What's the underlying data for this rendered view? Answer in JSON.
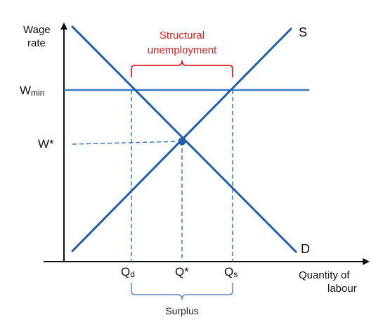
{
  "diagram": {
    "title": "",
    "y_axis_label_line1": "Wage",
    "y_axis_label_line2": "rate",
    "x_axis_label_line1": "Quantity of",
    "x_axis_label_line2": "labour",
    "supply_label": "S",
    "demand_label": "D",
    "wmin_main": "W",
    "wmin_sub": "min",
    "wstar_label": "W*",
    "qd_main": "Q",
    "qd_sub": "d",
    "qstar_label": "Q*",
    "qs_main": "Q",
    "qs_sub": "s",
    "structural_line1": "Structural",
    "structural_line2": "unemployment",
    "surplus_label": "Surplus"
  },
  "colors": {
    "curve": "#1f5fae",
    "wmin_line": "#3a78c2",
    "dashed": "#3a78c2",
    "brace_red": "#e02020",
    "brace_blue": "#5b87c5",
    "axis": "#111111"
  }
}
